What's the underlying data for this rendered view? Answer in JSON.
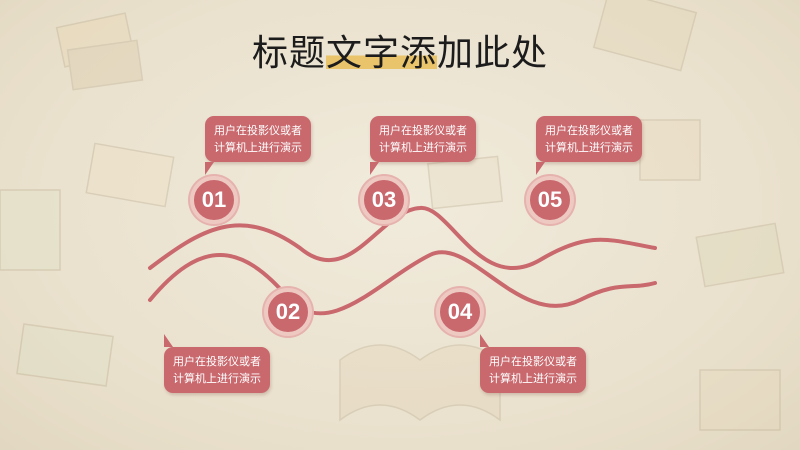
{
  "title": {
    "prefix": "标题",
    "highlight": "文字添",
    "suffix": "加此处"
  },
  "steps": [
    {
      "number": "01",
      "line1": "用户在投影仪或者",
      "line2": "计算机上进行演示"
    },
    {
      "number": "02",
      "line1": "用户在投影仪或者",
      "line2": "计算机上进行演示"
    },
    {
      "number": "03",
      "line1": "用户在投影仪或者",
      "line2": "计算机上进行演示"
    },
    {
      "number": "04",
      "line1": "用户在投影仪或者",
      "line2": "计算机上进行演示"
    },
    {
      "number": "05",
      "line1": "用户在投影仪或者",
      "line2": "计算机上进行演示"
    }
  ],
  "colors": {
    "accent": "#c9686d",
    "ring": "#eec9c2",
    "highlight": "#e9c46a",
    "background": "#ece4d2"
  }
}
